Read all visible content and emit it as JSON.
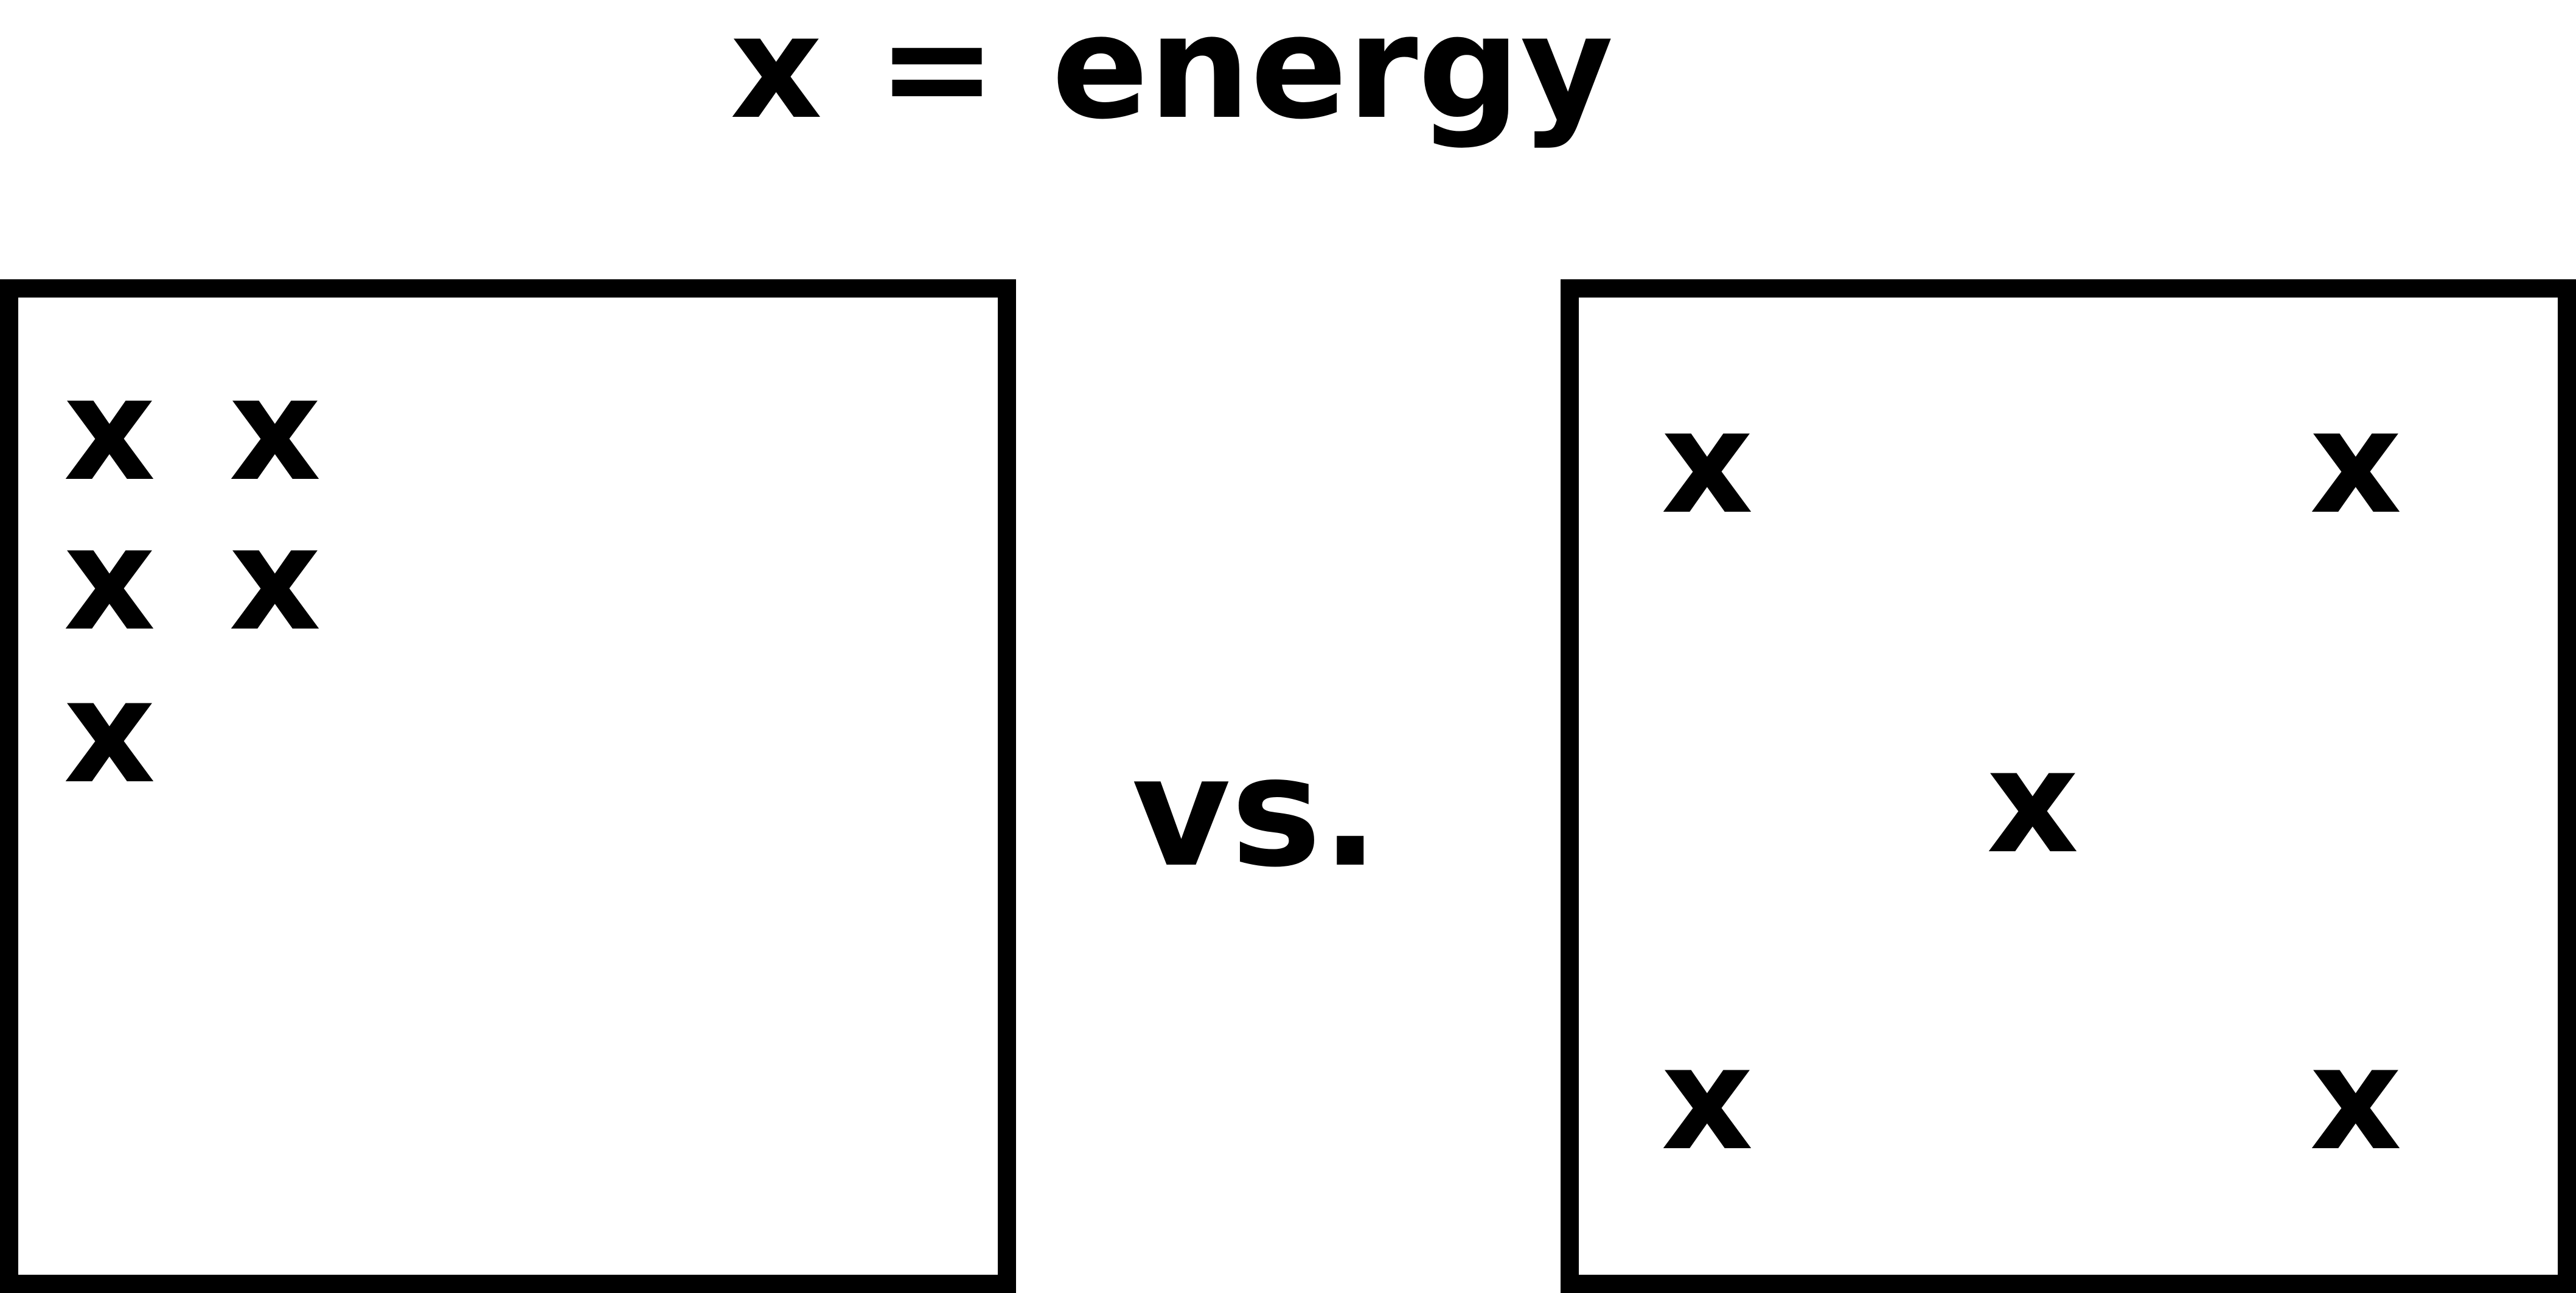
{
  "legend": {
    "symbol": "x",
    "equals": "=",
    "meaning": "energy"
  },
  "separator": "vs.",
  "left_box": {
    "marks": [
      "x",
      "x",
      "x",
      "x",
      "x"
    ]
  },
  "right_box": {
    "marks": [
      "x",
      "x",
      "x",
      "x",
      "x"
    ]
  },
  "colors": {
    "ink": "#000000",
    "background": "#ffffff"
  }
}
